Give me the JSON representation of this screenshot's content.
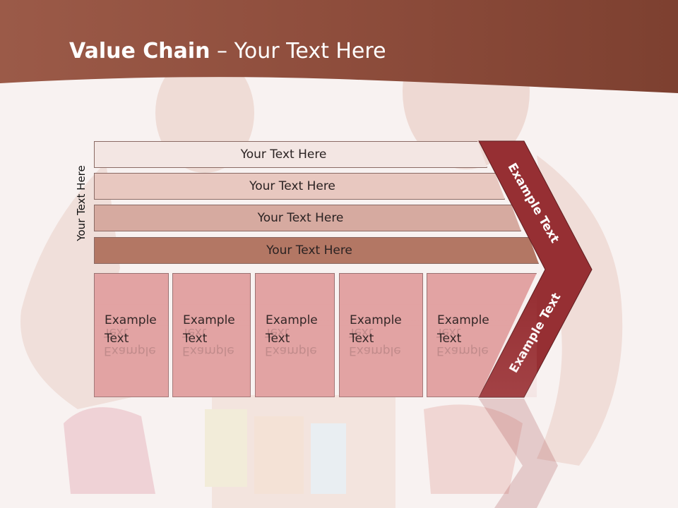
{
  "slide": {
    "title_bold": "Value Chain",
    "title_rest": " – Your Text Here"
  },
  "vertical_label": "Your Text Here",
  "bars": [
    {
      "label": "Your Text Here",
      "color": "#f3e6e3"
    },
    {
      "label": "Your Text Here",
      "color": "#e8c8c0"
    },
    {
      "label": "Your Text Here",
      "color": "#d6aaa0"
    },
    {
      "label": "Your Text Here",
      "color": "#b37764"
    }
  ],
  "activities": [
    {
      "line1": "Example",
      "line2": "Text"
    },
    {
      "line1": "Example",
      "line2": "Text"
    },
    {
      "line1": "Example",
      "line2": "Text"
    },
    {
      "line1": "Example",
      "line2": "Text"
    },
    {
      "line1": "Example",
      "line2": "Text"
    }
  ],
  "margin_chevron": {
    "upper_label": "Example Text",
    "lower_label": "Example Text",
    "color": "#962f33"
  },
  "colors": {
    "header": "#8b4a3a",
    "box_fill": "#e2a3a3"
  }
}
